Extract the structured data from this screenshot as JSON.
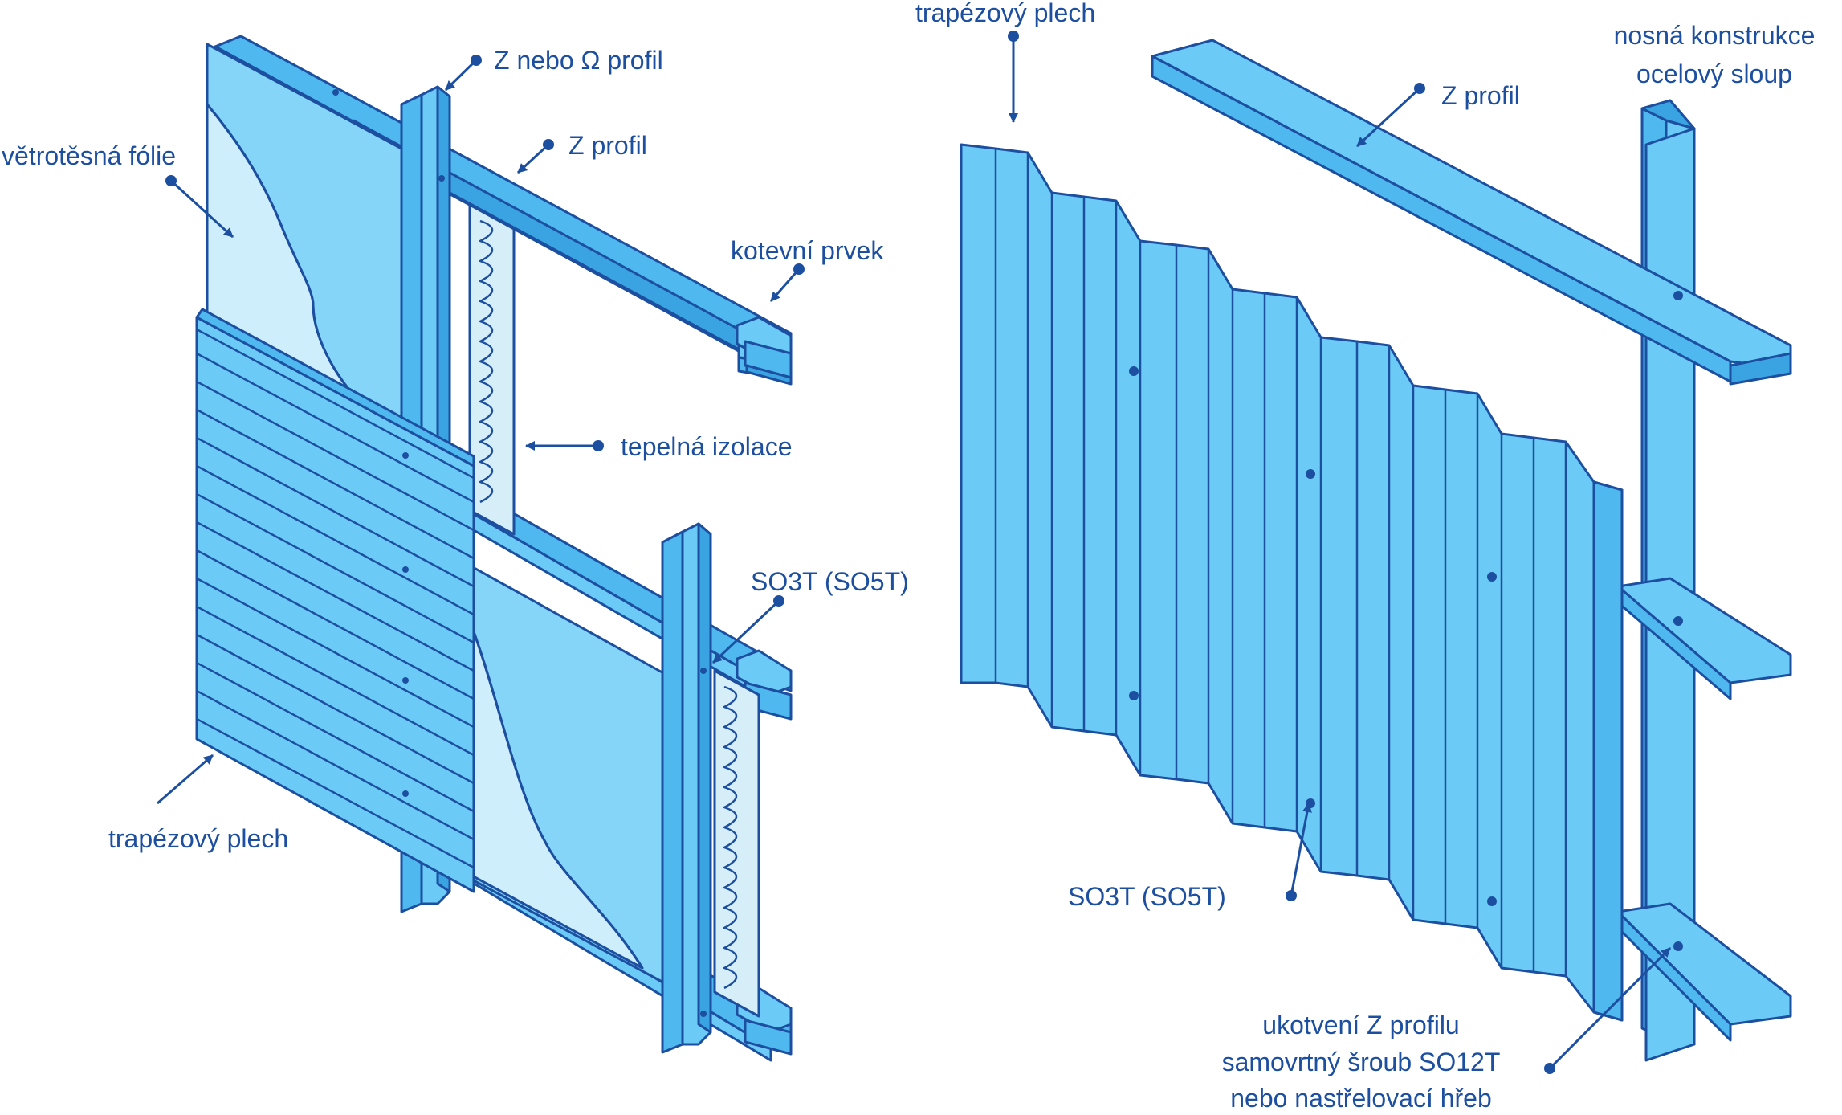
{
  "colors": {
    "outline": "#1d4fa0",
    "metal_light": "#6ccbf6",
    "metal_mid": "#4fb8ef",
    "metal_dark": "#3aa3e2",
    "foil": "#85d5f8",
    "foil_peeled": "#cfeefc",
    "insulation": "#d6eef8",
    "label": "#1d4fa0"
  },
  "labels": {
    "left": {
      "z_nebo_omega": "Z nebo Ω profil",
      "z_profil": "Z profil",
      "vetrotesna_folie": "větrotěsná fólie",
      "kotevni_prvek": "kotevní prvek",
      "tepelna_izolace": "tepelná izolace",
      "so3t": "SO3T (SO5T)",
      "trapezovy_plech": "trapézový plech"
    },
    "right": {
      "trapezovy_plech": "trapézový plech",
      "z_profil": "Z profil",
      "nosna_line1": "nosná konstrukce",
      "nosna_line2": "ocelový sloup",
      "so3t": "SO3T (SO5T)",
      "ukotveni_line1": "ukotvení Z profilu",
      "ukotveni_line2": "samovrtný šroub SO12T",
      "ukotveni_line3": "nebo nastřelovací hřeb"
    }
  }
}
